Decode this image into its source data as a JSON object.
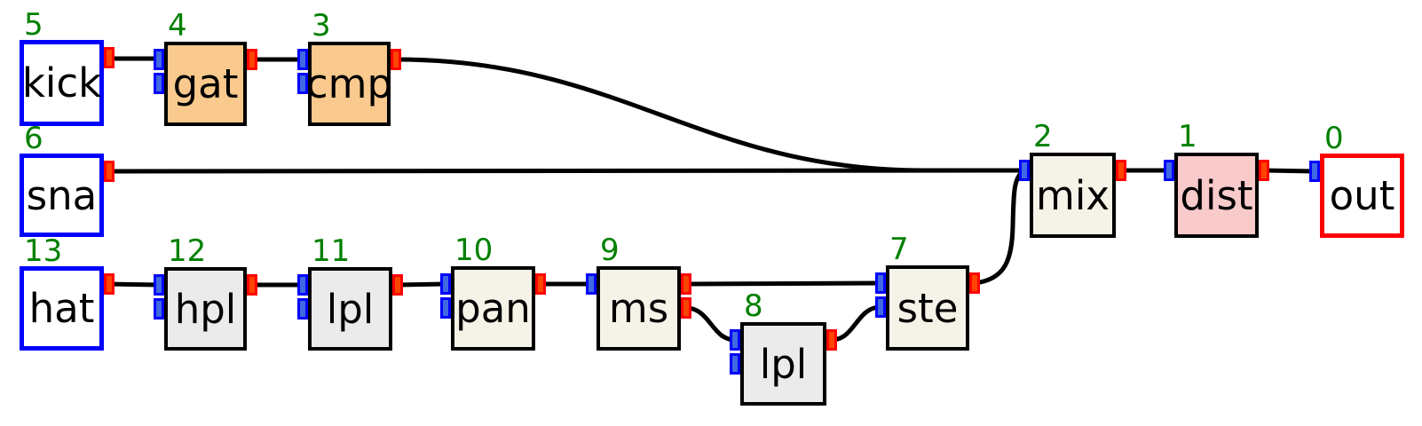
{
  "diagram": {
    "title": "audio-node-graph",
    "number_color": "#008000",
    "edge_color": "#000000",
    "port_colors": {
      "output_fill": "#ff4500",
      "output_border": "#ff0000",
      "input_fill": "#4169e1",
      "input_border": "#0000ff"
    },
    "node_colors": {
      "source_border": "#0000ff",
      "sink_border": "#ff0000",
      "effect_border": "#000000",
      "orange_fill": "#f9c98d",
      "gray_fill": "#ebebeb",
      "cream_fill": "#f5f2e8",
      "pink_fill": "#f9caca",
      "white_fill": "#ffffff"
    },
    "nodes": [
      {
        "id": "5",
        "label": "kick",
        "type": "source",
        "fill": "#ffffff"
      },
      {
        "id": "4",
        "label": "gat",
        "type": "effect",
        "fill": "#f9c98d"
      },
      {
        "id": "3",
        "label": "cmp",
        "type": "effect",
        "fill": "#f9c98d"
      },
      {
        "id": "6",
        "label": "sna",
        "type": "source",
        "fill": "#ffffff"
      },
      {
        "id": "13",
        "label": "hat",
        "type": "source",
        "fill": "#ffffff"
      },
      {
        "id": "12",
        "label": "hpl",
        "type": "effect",
        "fill": "#ebebeb"
      },
      {
        "id": "11",
        "label": "lpl",
        "type": "effect",
        "fill": "#ebebeb"
      },
      {
        "id": "10",
        "label": "pan",
        "type": "effect",
        "fill": "#f5f2e8"
      },
      {
        "id": "9",
        "label": "ms",
        "type": "effect",
        "fill": "#f5f2e8"
      },
      {
        "id": "8",
        "label": "lpl",
        "type": "effect",
        "fill": "#ebebeb"
      },
      {
        "id": "7",
        "label": "ste",
        "type": "effect",
        "fill": "#f5f2e8"
      },
      {
        "id": "2",
        "label": "mix",
        "type": "effect",
        "fill": "#f5f2e8"
      },
      {
        "id": "1",
        "label": "dist",
        "type": "effect",
        "fill": "#f9caca"
      },
      {
        "id": "0",
        "label": "out",
        "type": "sink",
        "fill": "#ffffff"
      }
    ],
    "edges": [
      {
        "from": "5",
        "from_port": 0,
        "to": "4",
        "to_port": 0
      },
      {
        "from": "4",
        "from_port": 0,
        "to": "3",
        "to_port": 0
      },
      {
        "from": "3",
        "from_port": 0,
        "to": "2",
        "to_port": 0
      },
      {
        "from": "6",
        "from_port": 0,
        "to": "2",
        "to_port": 0
      },
      {
        "from": "13",
        "from_port": 0,
        "to": "12",
        "to_port": 0
      },
      {
        "from": "12",
        "from_port": 0,
        "to": "11",
        "to_port": 0
      },
      {
        "from": "11",
        "from_port": 0,
        "to": "10",
        "to_port": 0
      },
      {
        "from": "10",
        "from_port": 0,
        "to": "9",
        "to_port": 0
      },
      {
        "from": "9",
        "from_port": 0,
        "to": "7",
        "to_port": 0
      },
      {
        "from": "9",
        "from_port": 1,
        "to": "8",
        "to_port": 0
      },
      {
        "from": "8",
        "from_port": 0,
        "to": "7",
        "to_port": 1
      },
      {
        "from": "7",
        "from_port": 0,
        "to": "2",
        "to_port": 0
      },
      {
        "from": "2",
        "from_port": 0,
        "to": "1",
        "to_port": 0
      },
      {
        "from": "1",
        "from_port": 0,
        "to": "0",
        "to_port": 0
      }
    ]
  }
}
